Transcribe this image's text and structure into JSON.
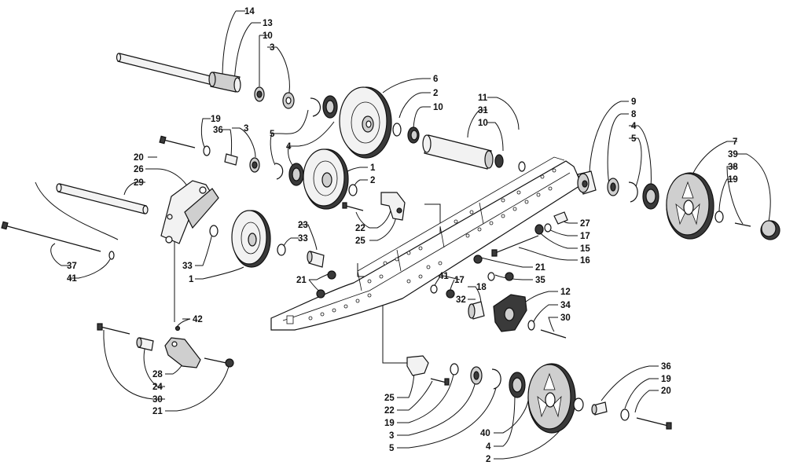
{
  "callouts": {
    "c14a": "14",
    "c13a": "13",
    "c10a": "10",
    "c3a": "3",
    "c6": "6",
    "c2a": "2",
    "c10b": "10",
    "c11": "11",
    "c31": "31",
    "c10c": "10",
    "c9": "9",
    "c8": "8",
    "c4a": "4",
    "c5a": "5",
    "c7": "7",
    "c39": "39",
    "c38": "38",
    "c19a": "19",
    "c19b": "19",
    "c36a": "36",
    "c3b": "3",
    "c5b": "5",
    "c4b": "4",
    "c20a": "20",
    "c26": "26",
    "c29": "29",
    "c1a": "1",
    "c2b": "2",
    "c22a": "22",
    "c25a": "25",
    "c27": "27",
    "c17a": "17",
    "c15": "15",
    "c16": "16",
    "c23": "23",
    "c33a": "33",
    "c33b": "33",
    "c1b": "1",
    "c37": "37",
    "c41a": "41",
    "c21a": "21",
    "c35": "35",
    "c21b": "21",
    "c41b": "41",
    "c17b": "17",
    "c18": "18",
    "c32": "32",
    "c12": "12",
    "c34": "34",
    "c30a": "30",
    "c42": "42",
    "c28": "28",
    "c24": "24",
    "c30b": "30",
    "c21c": "21",
    "c25b": "25",
    "c22b": "22",
    "c19c": "19",
    "c3c": "3",
    "c5c": "5",
    "c40": "40",
    "c4c": "4",
    "c2c": "2",
    "c36b": "36",
    "c19d": "19",
    "c20b": "20"
  }
}
